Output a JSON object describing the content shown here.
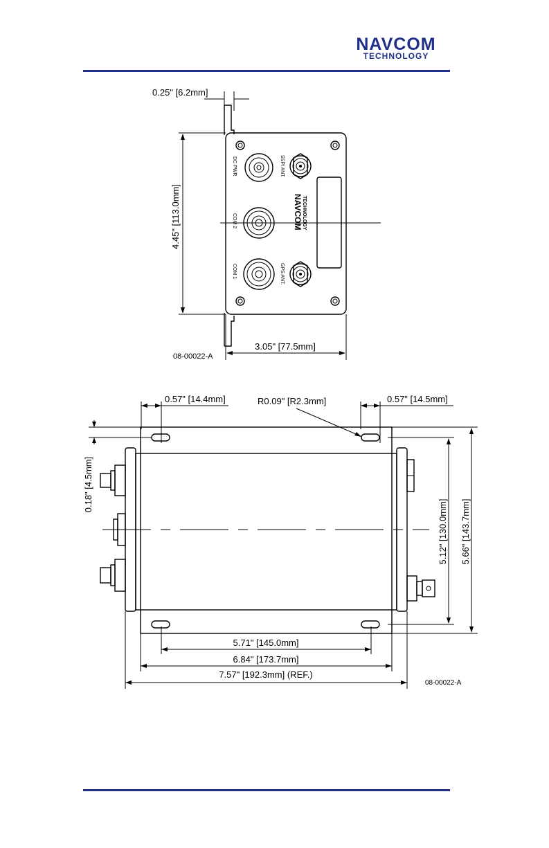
{
  "header": {
    "logo_top": "NAVCOM",
    "logo_bottom": "TECHNOLOGY",
    "rule_color": "#1f2f8a",
    "logo_color": "#1f2f8a"
  },
  "front_view": {
    "dims": {
      "flange": "0.25\" [6.2mm]",
      "height": "4.45\" [113.0mm]",
      "width": "3.05\" [77.5mm]"
    },
    "connector_labels": {
      "dc_pwr": "DC PWR",
      "sspi_ant": "SSPI ANT.",
      "com2": "COM 2",
      "com1": "COM 1",
      "gps_ant": "GPS ANT."
    },
    "panel_logo_top": "NAVCOM",
    "panel_logo_bottom": "TECHNOLOGY",
    "drawing_id": "08-00022-A"
  },
  "side_view": {
    "dims": {
      "slot_left": "0.57\" [14.4mm]",
      "radius": "R0.09\" [R2.3mm]",
      "slot_right": "0.57\" [14.5mm]",
      "slot_offset": "0.18\" [4.5mm]",
      "inner_height": "5.12\" [130.0mm]",
      "outer_height": "5.66\" [143.7mm]",
      "hole_spacing": "5.71\" [145.0mm]",
      "body_length": "6.84\" [173.7mm]",
      "overall_length": "7.57\" [192.3mm] (REF.)"
    },
    "drawing_id": "08-00022-A"
  }
}
